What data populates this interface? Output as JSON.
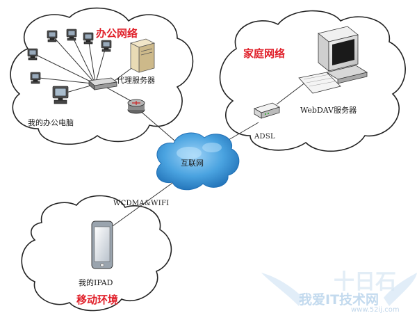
{
  "zones": {
    "office": {
      "title": "办公网络"
    },
    "home": {
      "title": "家庭网络"
    },
    "mobile": {
      "title": "移动环境"
    },
    "internet": {
      "title": "互联网"
    }
  },
  "nodes": {
    "proxy_server": "代理服务器",
    "my_office_pc": "我的办公电脑",
    "webdav_server": "WebDAV服务器",
    "adsl": "ADSL",
    "my_ipad": "我的IPAD"
  },
  "links": {
    "mobile_link": "WCDMA&WIFI"
  },
  "watermark": {
    "big": "十日石",
    "brand": "我爱IT技术网",
    "url": "www.52ij.com"
  },
  "colors": {
    "zone_title": "#e0202a",
    "cloud_fill": "#4aa3e0",
    "watermark": "#c9dff2"
  }
}
